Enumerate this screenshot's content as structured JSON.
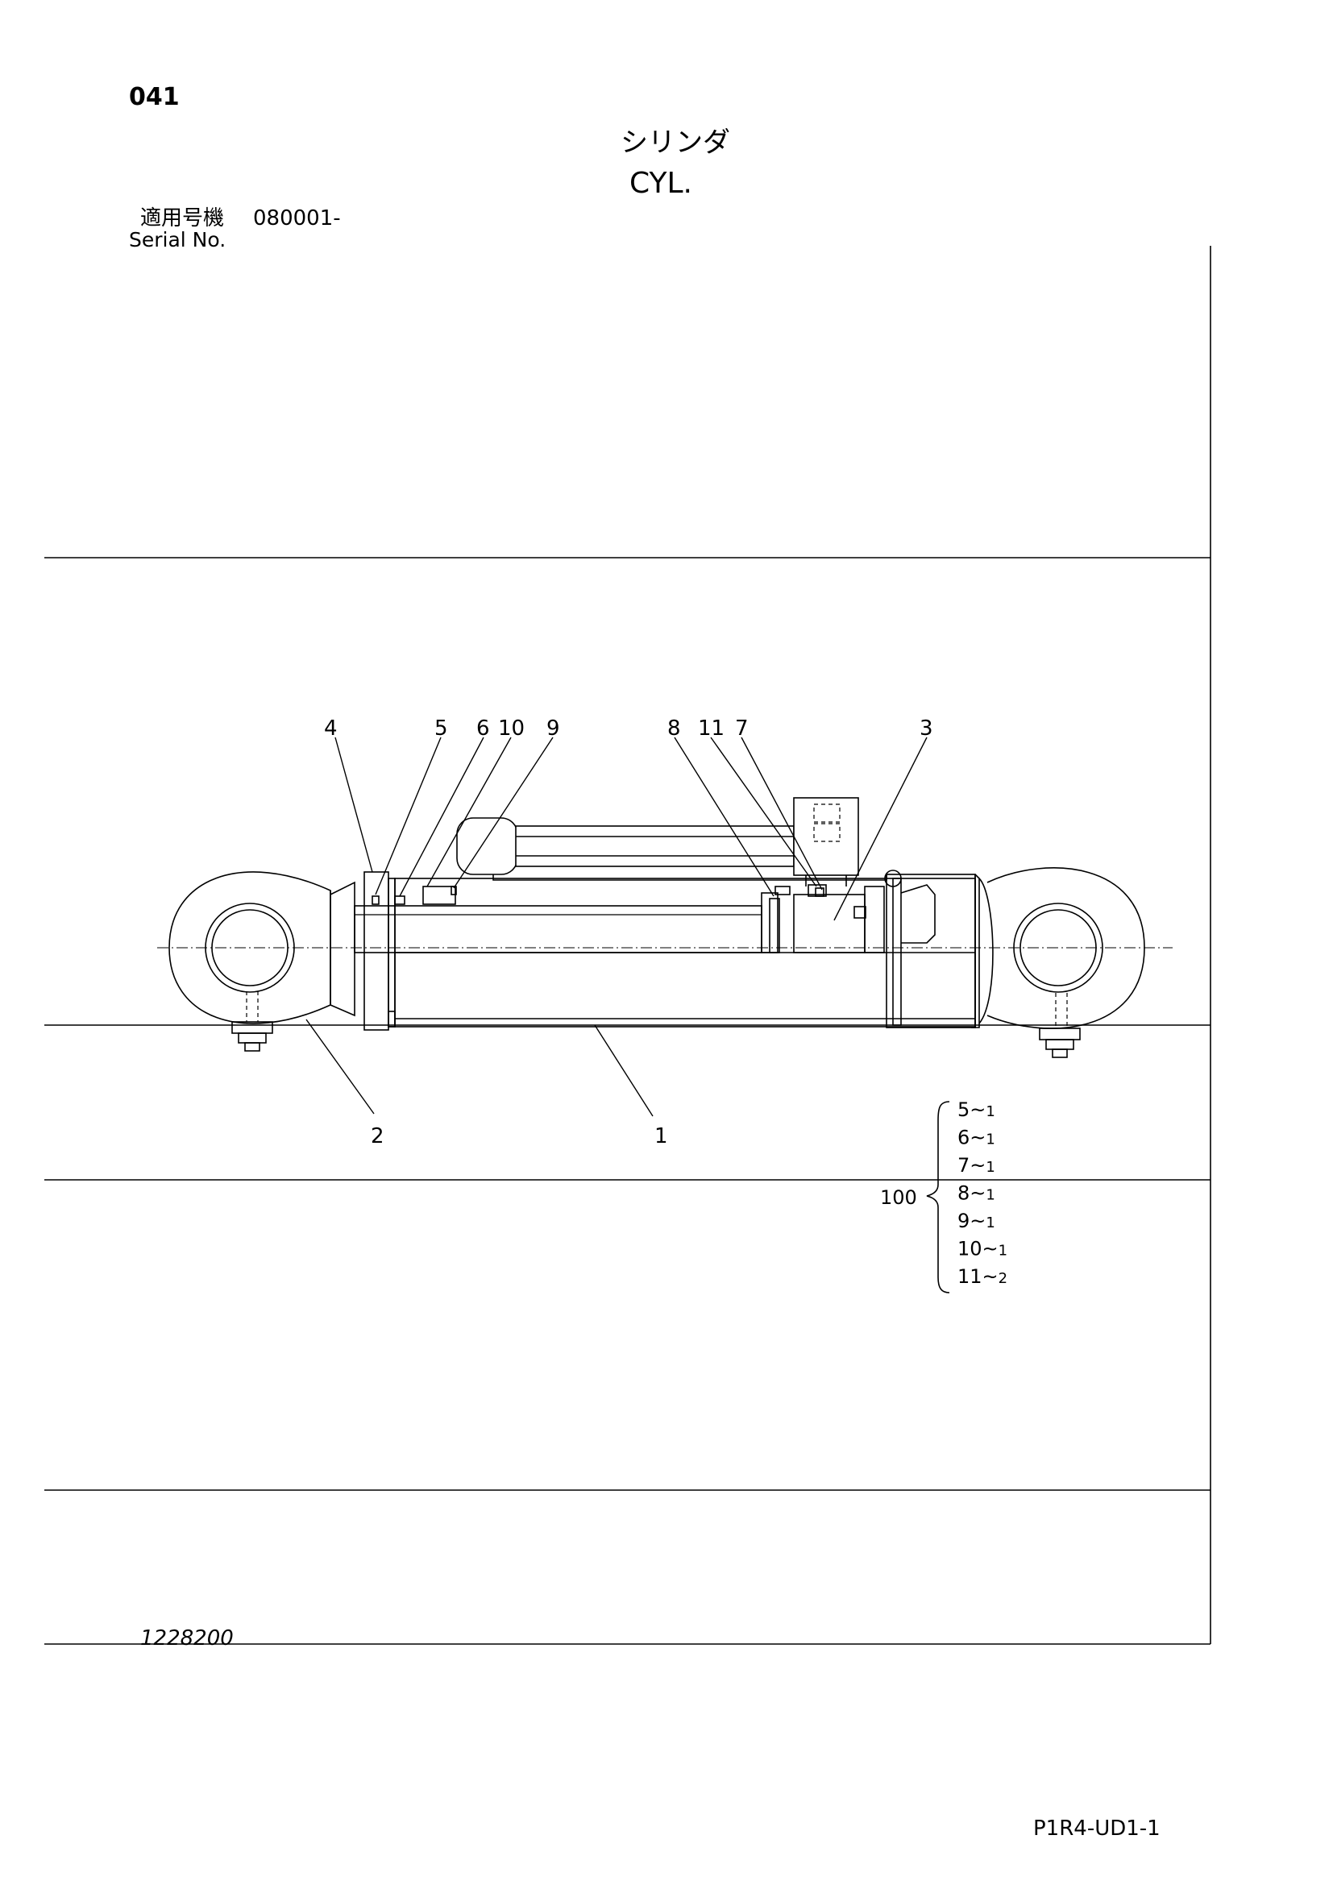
{
  "header": {
    "page_code": "041",
    "title_jp": "シリンダ",
    "title_en": "CYL.",
    "serial_label_jp": "適用号機",
    "serial_value": "080001-",
    "serial_label_en": "Serial No."
  },
  "drawing": {
    "callouts": [
      {
        "id": "c4",
        "label": "4"
      },
      {
        "id": "c5",
        "label": "5"
      },
      {
        "id": "c6",
        "label": "6"
      },
      {
        "id": "c10",
        "label": "10"
      },
      {
        "id": "c9",
        "label": "9"
      },
      {
        "id": "c8",
        "label": "8"
      },
      {
        "id": "c11",
        "label": "11"
      },
      {
        "id": "c7",
        "label": "7"
      },
      {
        "id": "c3",
        "label": "3"
      },
      {
        "id": "c2",
        "label": "2"
      },
      {
        "id": "c1",
        "label": "1"
      }
    ],
    "kit": {
      "number": "100",
      "items": [
        {
          "part": "5",
          "qty": "1"
        },
        {
          "part": "6",
          "qty": "1"
        },
        {
          "part": "7",
          "qty": "1"
        },
        {
          "part": "8",
          "qty": "1"
        },
        {
          "part": "9",
          "qty": "1"
        },
        {
          "part": "10",
          "qty": "1"
        },
        {
          "part": "11",
          "qty": "2"
        }
      ],
      "separator": "~"
    }
  },
  "footer": {
    "drawing_number": "1228200",
    "page_ref": "P1R4-UD1-1"
  }
}
